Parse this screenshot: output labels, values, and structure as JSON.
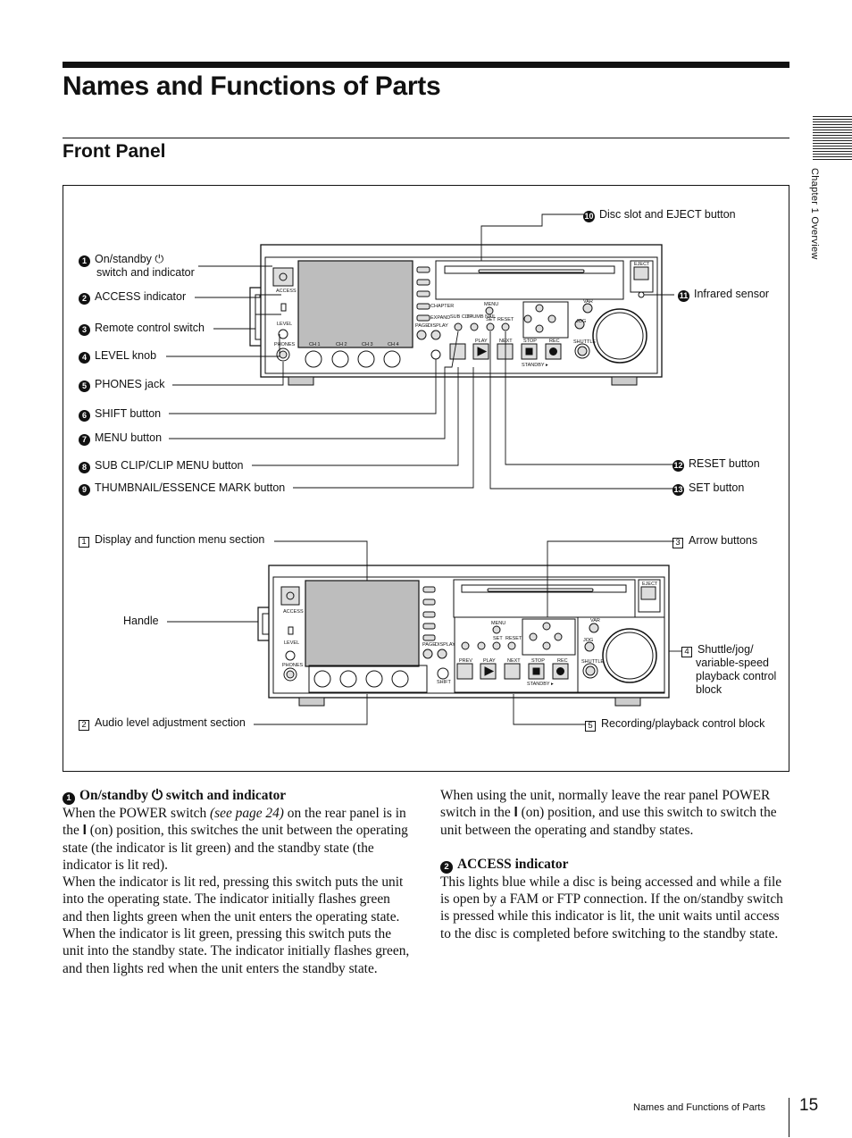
{
  "page": {
    "title": "Names and Functions of Parts",
    "section": "Front Panel",
    "chapter_tab": "Chapter 1  Overview",
    "footer_title": "Names and Functions of Parts",
    "page_number": "15"
  },
  "callouts": {
    "c1_line1": "On/standby ⏻",
    "c1_line2": "switch and indicator",
    "c2": "ACCESS indicator",
    "c3": "Remote control switch",
    "c4": "LEVEL knob",
    "c5": "PHONES jack",
    "c6": "SHIFT button",
    "c7": "MENU button",
    "c8": "SUB CLIP/CLIP MENU button",
    "c9": "THUMBNAIL/ESSENCE MARK button",
    "c10": "Disc slot and EJECT button",
    "c11": "Infrared sensor",
    "c12": "RESET button",
    "c13": "SET button",
    "n1": "1",
    "n2": "2",
    "n3": "3",
    "n4": "4",
    "n5": "5",
    "n6": "6",
    "n7": "7",
    "n8": "8",
    "n9": "9",
    "n10": "10",
    "n11": "11",
    "n12": "12",
    "n13": "13"
  },
  "blocks": {
    "b1_num": "1",
    "b1": "Display and function menu section",
    "b2_num": "2",
    "b2": "Audio level adjustment section",
    "b3_num": "3",
    "b3": "Arrow buttons",
    "b4_num": "4",
    "b4_line1": "Shuttle/jog/",
    "b4_line2": "variable-speed",
    "b4_line3": "playback control",
    "b4_line4": "block",
    "b5_num": "5",
    "b5": "Recording/playback control block",
    "handle": "Handle"
  },
  "device_labels": {
    "eject": "EJECT",
    "access": "ACCESS",
    "level": "LEVEL",
    "phones": "PHONES",
    "ch1": "CH 1",
    "ch2": "CH 2",
    "ch3": "CH 3",
    "ch4": "CH 4",
    "menu": "MENU",
    "set": "SET",
    "reset": "RESET",
    "prev": "PREV",
    "play": "PLAY",
    "next": "NEXT",
    "stop": "STOP",
    "rec": "REC",
    "shuttle": "SHUTTLE",
    "jog": "JOG",
    "var": "VAR",
    "shift": "SHIFT",
    "page": "PAGE",
    "display": "DISPLAY",
    "standby": "STANDBY ▸",
    "chapter": "CHAPTER",
    "expand": "EXPAND",
    "sub_clip": "SUB CLIP",
    "thumb": "THUMB NAIL"
  },
  "body": {
    "s1_num": "1",
    "s1_heading": "On/standby ⏻ switch and indicator",
    "s1_p1_a": "When the POWER switch ",
    "s1_p1_ref": "(see page 24)",
    "s1_p1_b": " on the rear panel is in the ",
    "s1_p1_sym": "I",
    "s1_p1_c": " (on) position, this switches the unit between the operating state (the indicator is lit green) and the standby state (the indicator is lit red).",
    "s1_p2": "When the indicator is lit red, pressing this switch puts the unit into the operating state. The indicator initially flashes green and then lights green when the unit enters the operating state.",
    "s1_p3": "When the indicator is lit green, pressing this switch puts the unit into the standby state. The indicator initially flashes green, and then lights red when the unit enters the standby state.",
    "r_p1_a": "When using the unit, normally leave the rear panel POWER switch in the ",
    "r_p1_sym": "I",
    "r_p1_b": " (on) position, and use this switch to switch the unit between the operating and standby states.",
    "s2_num": "2",
    "s2_heading": "ACCESS indicator",
    "s2_p1": "This lights blue while a disc is being accessed and while a file is open by a FAM or FTP connection. If the on/standby switch is pressed while this indicator is lit, the unit waits until access to the disc is completed before switching to the standby state."
  }
}
